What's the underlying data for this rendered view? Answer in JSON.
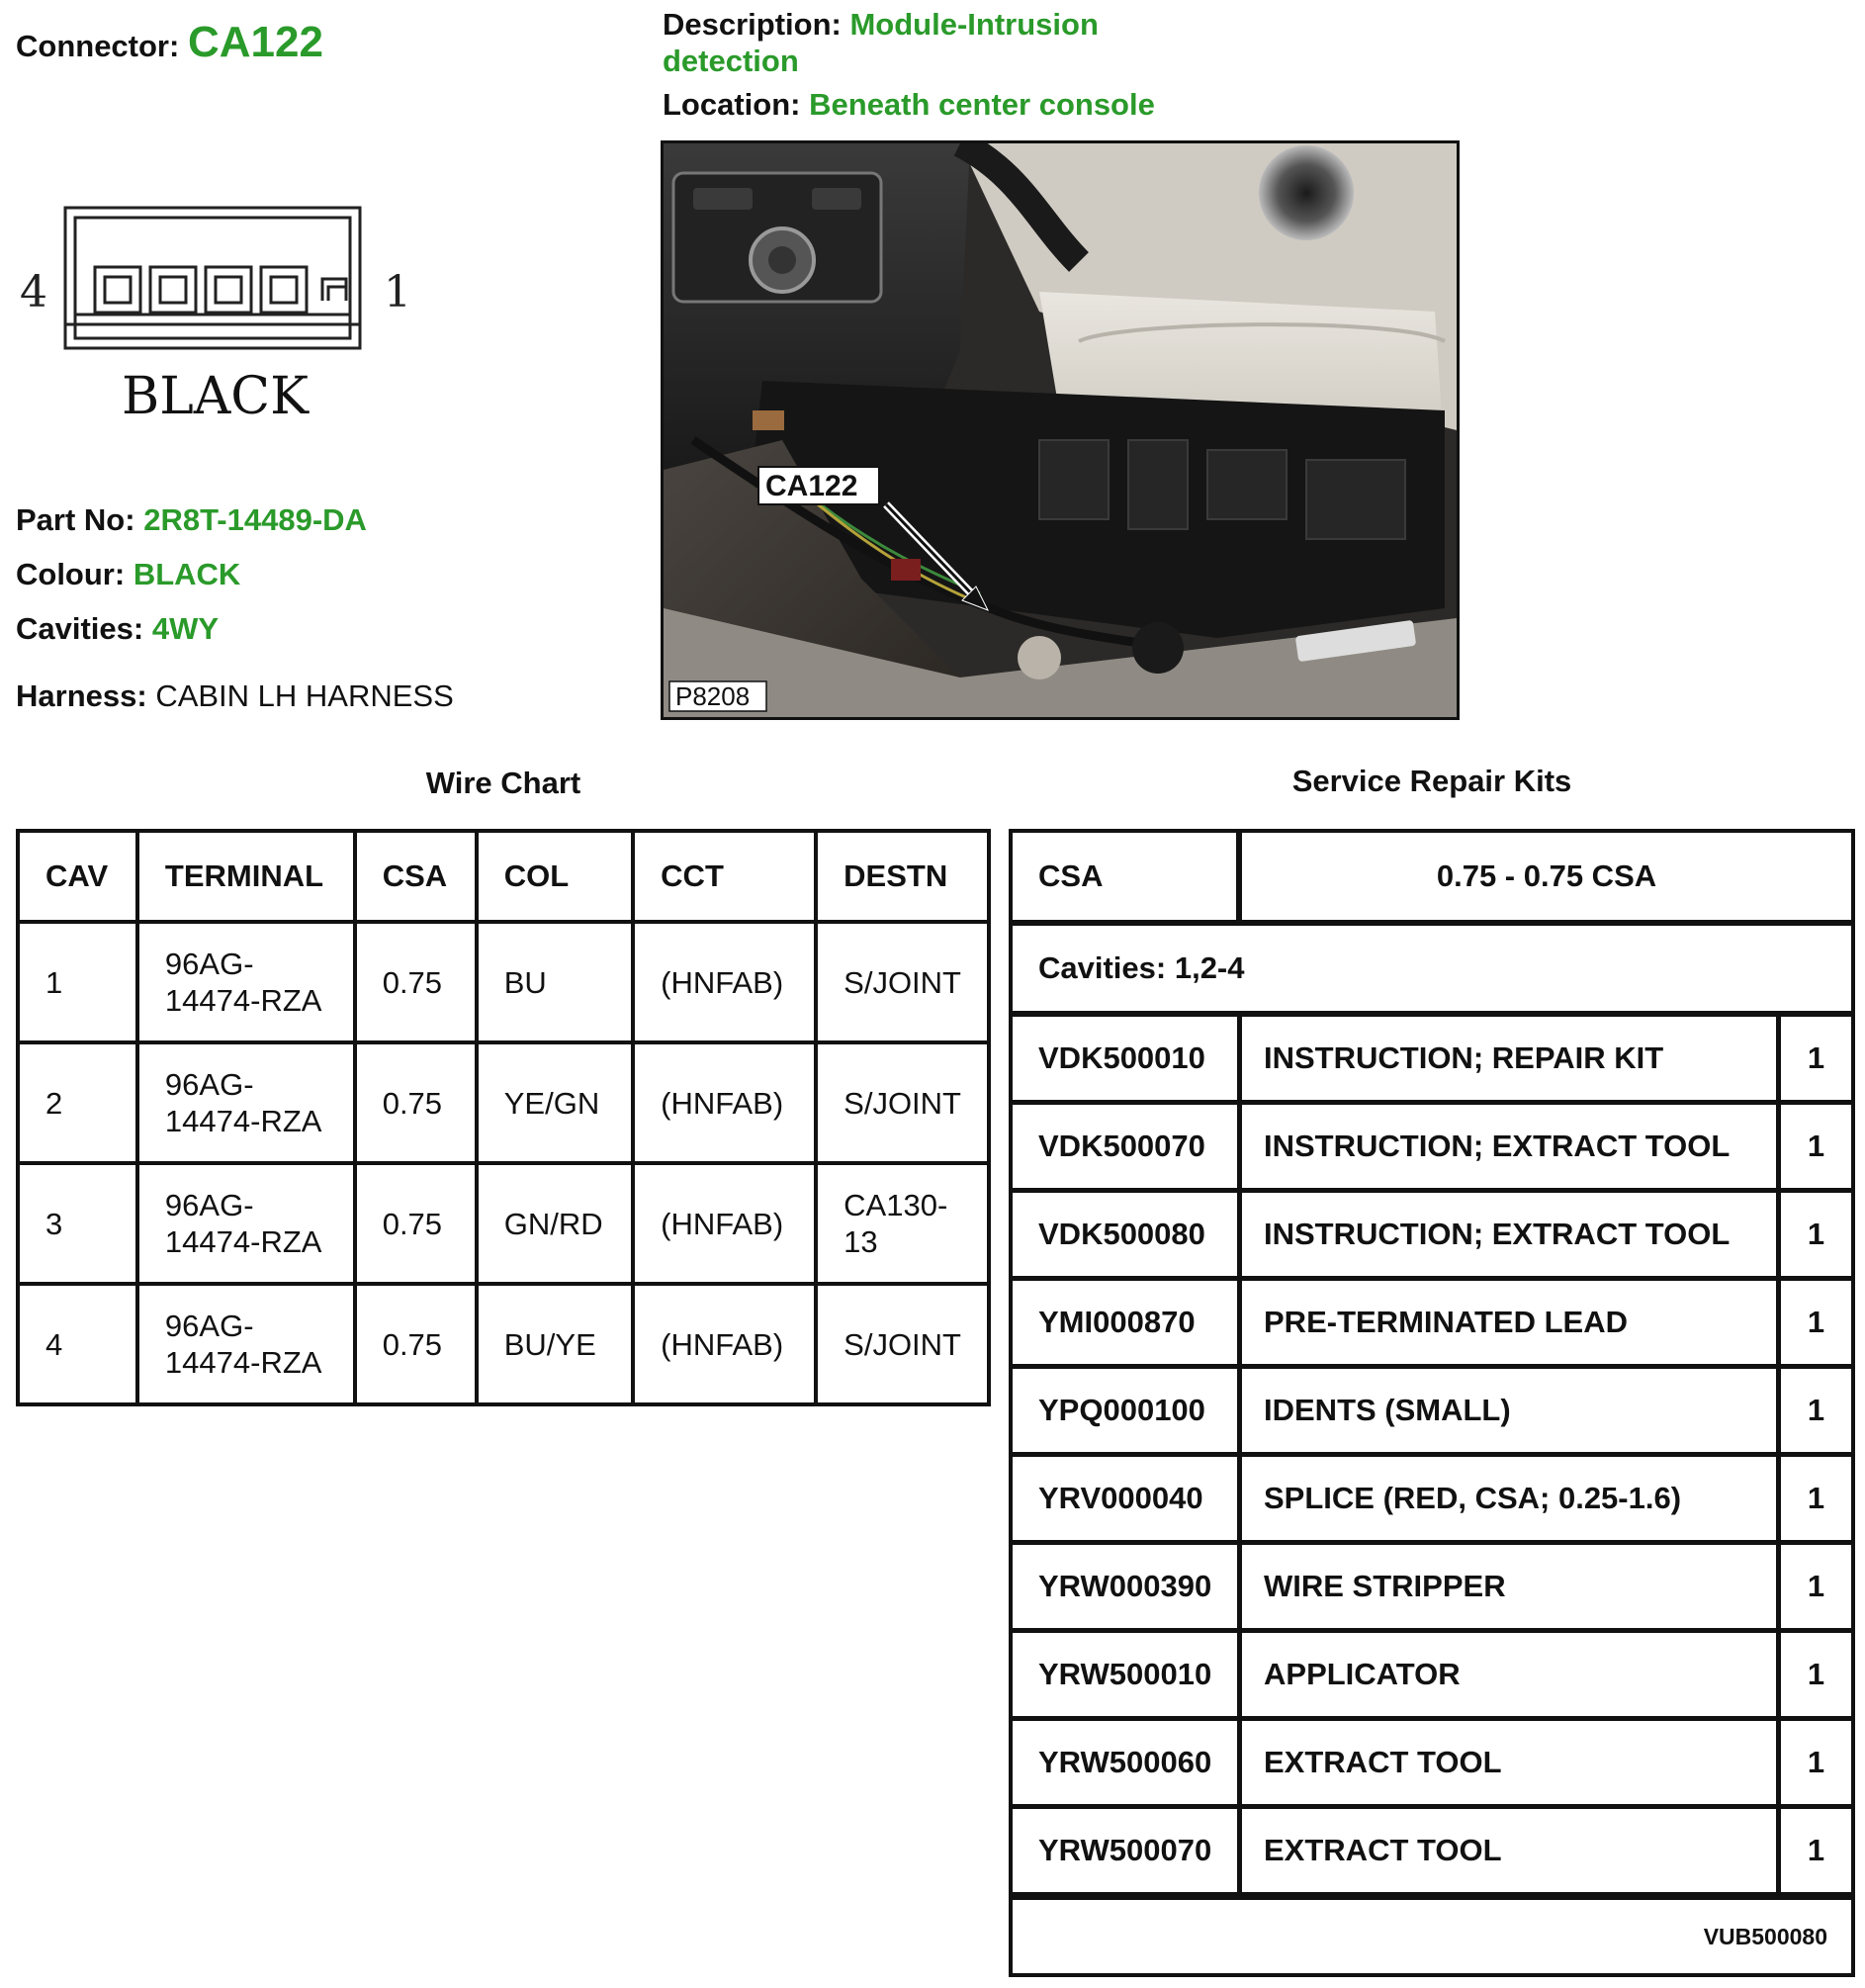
{
  "header": {
    "connector_label": "Connector:",
    "connector_value": "CA122",
    "description_label": "Description:",
    "description_value": "Module-Intrusion detection",
    "location_label": "Location:",
    "location_value": "Beneath center console"
  },
  "diagram": {
    "pin_left": "4",
    "pin_right": "1",
    "color_text": "BLACK"
  },
  "details": {
    "part_no_label": "Part No:",
    "part_no_value": "2R8T-14489-DA",
    "colour_label": "Colour:",
    "colour_value": "BLACK",
    "cavities_label": "Cavities:",
    "cavities_value": "4WY",
    "harness_label": "Harness:",
    "harness_value": "CABIN LH HARNESS"
  },
  "photo": {
    "callout": "CA122",
    "ref": "P8208"
  },
  "wire_chart": {
    "title": "Wire Chart",
    "headers": [
      "CAV",
      "TERMINAL",
      "CSA",
      "COL",
      "CCT",
      "DESTN"
    ],
    "rows": [
      [
        "1",
        "96AG-14474-RZA",
        "0.75",
        "BU",
        "(HNFAB)",
        "S/JOINT"
      ],
      [
        "2",
        "96AG-14474-RZA",
        "0.75",
        "YE/GN",
        "(HNFAB)",
        "S/JOINT"
      ],
      [
        "3",
        "96AG-14474-RZA",
        "0.75",
        "GN/RD",
        "(HNFAB)",
        "CA130-13"
      ],
      [
        "4",
        "96AG-14474-RZA",
        "0.75",
        "BU/YE",
        "(HNFAB)",
        "S/JOINT"
      ]
    ]
  },
  "repair_kits": {
    "title": "Service Repair Kits",
    "csa_label": "CSA",
    "csa_value": "0.75 - 0.75 CSA",
    "cavities_text": "Cavities: 1,2-4",
    "items": [
      [
        "VDK500010",
        "INSTRUCTION; REPAIR KIT",
        "1"
      ],
      [
        "VDK500070",
        "INSTRUCTION; EXTRACT TOOL",
        "1"
      ],
      [
        "VDK500080",
        "INSTRUCTION; EXTRACT TOOL",
        "1"
      ],
      [
        "YMI000870",
        "PRE-TERMINATED LEAD",
        "1"
      ],
      [
        "YPQ000100",
        "IDENTS (SMALL)",
        "1"
      ],
      [
        "YRV000040",
        "SPLICE (RED, CSA; 0.25-1.6)",
        "1"
      ],
      [
        "YRW000390",
        "WIRE STRIPPER",
        "1"
      ],
      [
        "YRW500010",
        "APPLICATOR",
        "1"
      ],
      [
        "YRW500060",
        "EXTRACT TOOL",
        "1"
      ],
      [
        "YRW500070",
        "EXTRACT TOOL",
        "1"
      ]
    ],
    "kit_code": "VUB500080"
  },
  "colors": {
    "value_green": "#2a9a2a",
    "border": "#111111"
  }
}
